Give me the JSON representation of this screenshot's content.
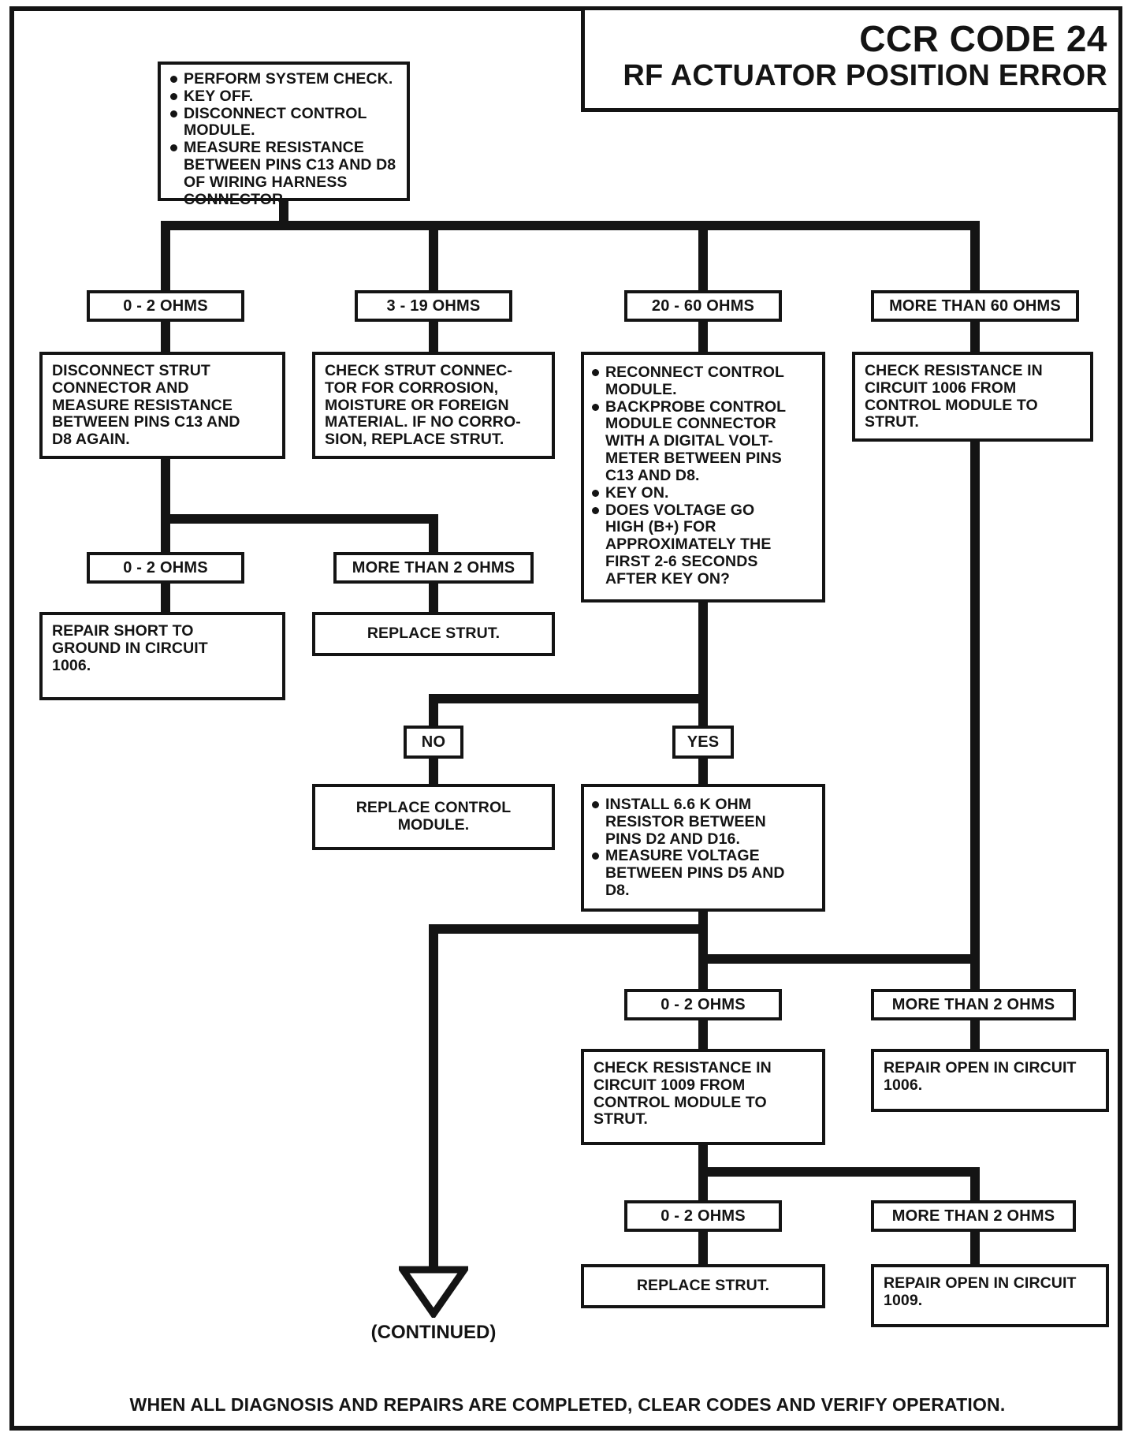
{
  "page": {
    "title_line1": "CCR CODE 24",
    "title_line2": "RF ACTUATOR POSITION ERROR",
    "continued": "(CONTINUED)",
    "footer": "WHEN ALL DIAGNOSIS AND REPAIRS ARE COMPLETED, CLEAR CODES AND VERIFY OPERATION."
  },
  "colors": {
    "ink": "#141414",
    "paper": "#ffffff"
  },
  "start": {
    "items": [
      "PERFORM SYSTEM CHECK.",
      "KEY OFF.",
      "DISCONNECT CONTROL\nMODULE.",
      "MEASURE RESISTANCE\nBETWEEN PINS C13 AND D8\nOF WIRING HARNESS\nCONNECTOR."
    ]
  },
  "branches": {
    "ohms_0_2": "0 - 2 OHMS",
    "ohms_3_19": "3 - 19 OHMS",
    "ohms_20_60": "20 - 60 OHMS",
    "ohms_more_60": "MORE THAN 60 OHMS",
    "ohms_more_2": "MORE THAN 2 OHMS",
    "no": "NO",
    "yes": "YES"
  },
  "nodes": {
    "disconnect_strut": "DISCONNECT STRUT\nCONNECTOR AND\nMEASURE RESISTANCE\nBETWEEN PINS C13 AND\nD8 AGAIN.",
    "check_strut_connector": "CHECK STRUT CONNEC-\nTOR FOR CORROSION,\nMOISTURE OR FOREIGN\nMATERIAL. IF NO CORRO-\nSION, REPLACE STRUT.",
    "reconnect_module": {
      "items": [
        "RECONNECT CONTROL\nMODULE.",
        "BACKPROBE CONTROL\nMODULE CONNECTOR\nWITH A DIGITAL VOLT-\nMETER BETWEEN PINS\nC13 AND D8.",
        "KEY ON.",
        "DOES VOLTAGE GO\nHIGH (B+) FOR\nAPPROXIMATELY THE\nFIRST 2-6 SECONDS\nAFTER KEY ON?"
      ]
    },
    "check_circuit_1006": "CHECK RESISTANCE IN\nCIRCUIT 1006 FROM\nCONTROL MODULE TO\nSTRUT.",
    "repair_short_1006": "REPAIR SHORT TO\nGROUND IN CIRCUIT\n1006.",
    "replace_strut_left": "REPLACE STRUT.",
    "replace_control_module": "REPLACE CONTROL\nMODULE.",
    "install_resistor": {
      "items": [
        "INSTALL 6.6 K OHM\nRESISTOR BETWEEN\nPINS D2 AND D16.",
        "MEASURE VOLTAGE\nBETWEEN PINS D5 AND\nD8."
      ]
    },
    "check_circuit_1009": "CHECK RESISTANCE IN\nCIRCUIT 1009 FROM\nCONTROL MODULE TO\nSTRUT.",
    "repair_open_1006": "REPAIR OPEN IN CIRCUIT\n1006.",
    "replace_strut_bottom": "REPLACE STRUT.",
    "repair_open_1009": "REPAIR OPEN IN CIRCUIT\n1009."
  }
}
